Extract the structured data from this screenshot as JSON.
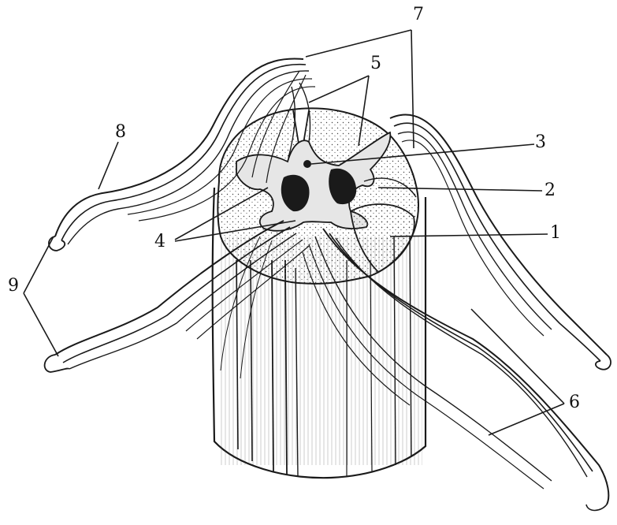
{
  "figure": {
    "labels": {
      "l1": "1",
      "l2": "2",
      "l3": "3",
      "l4": "4",
      "l5": "5",
      "l6": "6",
      "l7": "7",
      "l8": "8",
      "l9": "9"
    },
    "colors": {
      "ink": "#1a1a1a",
      "paper": "#ffffff",
      "white_matter_stipple": "#5a5a5a",
      "gray_matter": "#c9c9c9"
    }
  }
}
